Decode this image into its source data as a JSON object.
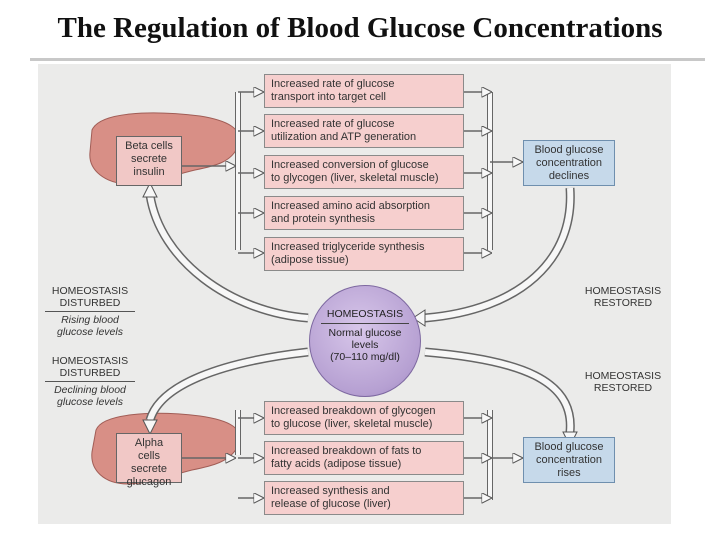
{
  "title": "The Regulation of Blood Glucose Concentrations",
  "beta_cells": [
    "Beta cells",
    "secrete",
    "insulin"
  ],
  "alpha_cells": [
    "Alpha cells",
    "secrete",
    "glucagon"
  ],
  "insulin_effects": [
    [
      "Increased rate of glucose",
      "transport into target cell"
    ],
    [
      "Increased rate of glucose",
      "utilization and ATP generation"
    ],
    [
      "Increased conversion of glucose",
      "to glycogen (liver, skeletal muscle)"
    ],
    [
      "Increased amino acid absorption",
      "and protein synthesis"
    ],
    [
      "Increased triglyceride synthesis",
      "(adipose tissue)"
    ]
  ],
  "glucagon_effects": [
    [
      "Increased breakdown of glycogen",
      "to glucose (liver, skeletal muscle)"
    ],
    [
      "Increased breakdown of fats to",
      "fatty acids (adipose tissue)"
    ],
    [
      "Increased synthesis and",
      "release of glucose (liver)"
    ]
  ],
  "declines": [
    "Blood glucose",
    "concentration",
    "declines"
  ],
  "rises": [
    "Blood glucose",
    "concentration",
    "rises"
  ],
  "disturbed_high": {
    "head": [
      "HOMEOSTASIS",
      "DISTURBED"
    ],
    "sub": [
      "Rising blood",
      "glucose levels"
    ]
  },
  "disturbed_low": {
    "head": [
      "HOMEOSTASIS",
      "DISTURBED"
    ],
    "sub": [
      "Declining blood",
      "glucose levels"
    ]
  },
  "restored_top": [
    "HOMEOSTASIS",
    "RESTORED"
  ],
  "restored_bottom": [
    "HOMEOSTASIS",
    "RESTORED"
  ],
  "homeostasis": {
    "head": "HOMEOSTASIS",
    "lines": [
      "Normal glucose",
      "levels",
      "(70–110 mg/dl)"
    ]
  }
}
